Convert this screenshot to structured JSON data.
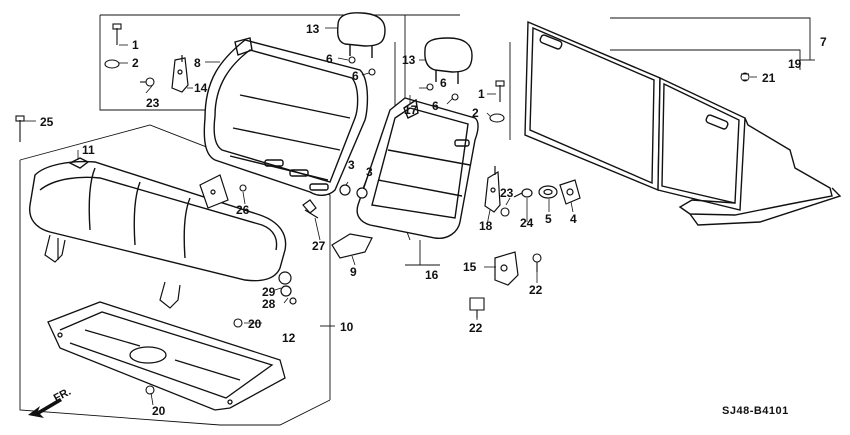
{
  "diagram": {
    "code": "SJ48-B4101",
    "direction_label": "FR.",
    "callouts": {
      "c1a": "1",
      "c1b": "1",
      "c2a": "2",
      "c2b": "2",
      "c3a": "3",
      "c3b": "3",
      "c4": "4",
      "c5": "5",
      "c6a": "6",
      "c6b": "6",
      "c6c": "6",
      "c6d": "6",
      "c7": "7",
      "c8": "8",
      "c9": "9",
      "c10": "10",
      "c11": "11",
      "c12": "12",
      "c13a": "13",
      "c13b": "13",
      "c14": "14",
      "c15": "15",
      "c16": "16",
      "c17": "17",
      "c18": "18",
      "c19": "19",
      "c20a": "20",
      "c20b": "20",
      "c21": "21",
      "c22a": "22",
      "c22b": "22",
      "c23a": "23",
      "c23b": "23",
      "c24": "24",
      "c25": "25",
      "c26": "26",
      "c27": "27",
      "c28": "28",
      "c29": "29"
    }
  }
}
